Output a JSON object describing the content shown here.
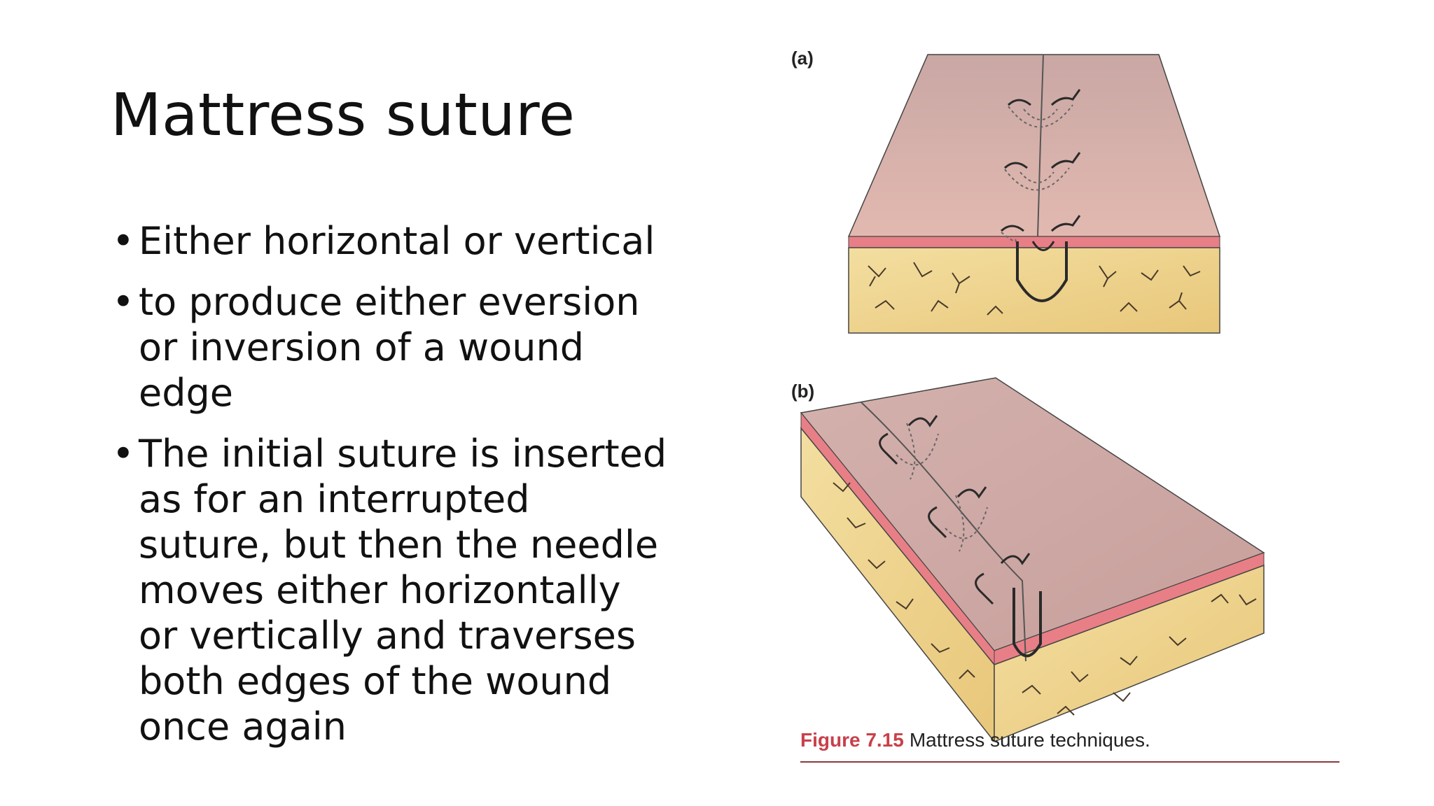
{
  "slide": {
    "title": "Mattress suture",
    "bullets": [
      "Either horizontal or vertical",
      "to produce either eversion or inversion of a wound edge",
      "The initial suture is inserted as for an interrupted suture, but then the needle moves either horizontally or vertically and traverses both edges of the wound once again"
    ]
  },
  "figure": {
    "panel_a_label": "(a)",
    "panel_b_label": "(b)",
    "caption_number": "Figure 7.15",
    "caption_text": "Mattress suture techniques.",
    "colors": {
      "skin_surface": "#d9b2ab",
      "dermis": "#e87f86",
      "fat": "#f1d78f",
      "caption_accent": "#c8404a"
    }
  }
}
